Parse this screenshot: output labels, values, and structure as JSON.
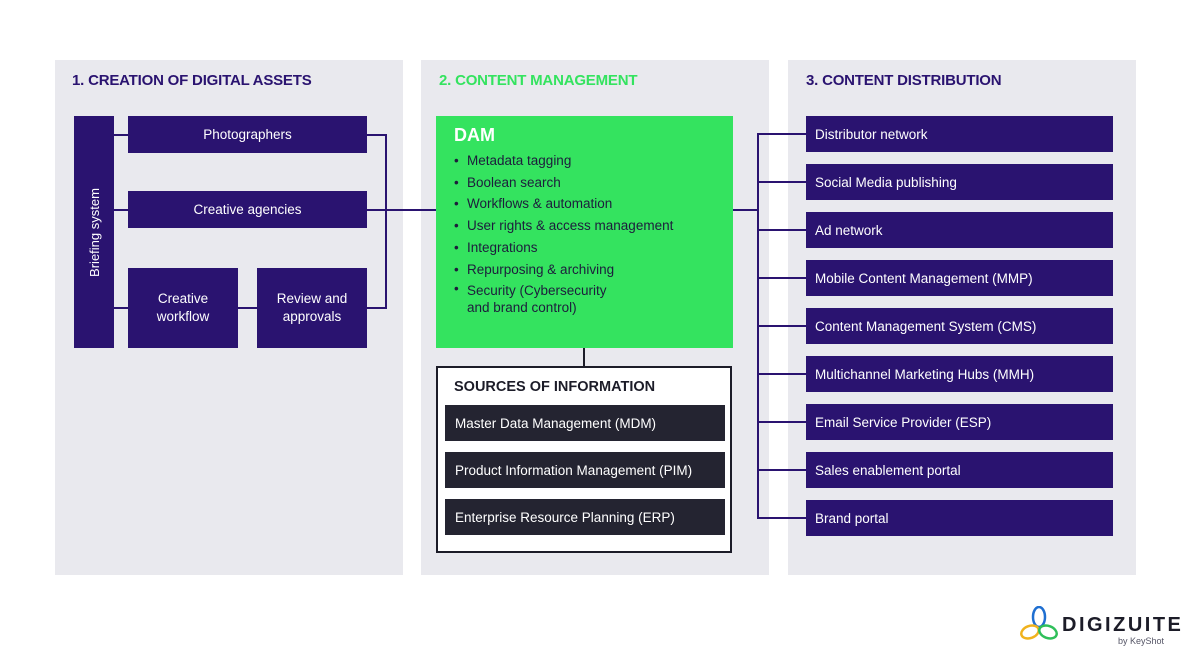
{
  "colors": {
    "panel_bg": "#e9e9ee",
    "purple": "#2a1370",
    "green": "#34e35f",
    "dark": "#242431"
  },
  "sections": {
    "creation_title": "1. CREATION OF DIGITAL ASSETS",
    "management_title": "2. CONTENT MANAGEMENT",
    "distribution_title": "3. CONTENT DISTRIBUTION"
  },
  "creation": {
    "briefing": "Briefing system",
    "photographers": "Photographers",
    "agencies": "Creative agencies",
    "workflow": "Creative\nworkflow",
    "review": "Review and\napprovals"
  },
  "dam": {
    "title": "DAM",
    "features": [
      "Metadata tagging",
      "Boolean search",
      "Workflows & automation",
      "User rights & access management",
      "Integrations",
      "Repurposing & archiving",
      "Security (Cybersecurity\nand brand control)"
    ]
  },
  "sources": {
    "title": "SOURCES OF INFORMATION",
    "items": [
      "Master Data Management (MDM)",
      "Product Information Management (PIM)",
      "Enterprise Resource Planning (ERP)"
    ]
  },
  "distribution": {
    "items": [
      "Distributor network",
      "Social Media publishing",
      "Ad network",
      "Mobile Content Management (MMP)",
      "Content Management System (CMS)",
      "Multichannel Marketing Hubs (MMH)",
      "Email Service Provider (ESP)",
      "Sales enablement portal",
      "Brand portal"
    ]
  },
  "logo": {
    "name": "DIGIZUITE",
    "tagline": "by KeyShot",
    "icon": "digizuite-leaf-logo"
  }
}
